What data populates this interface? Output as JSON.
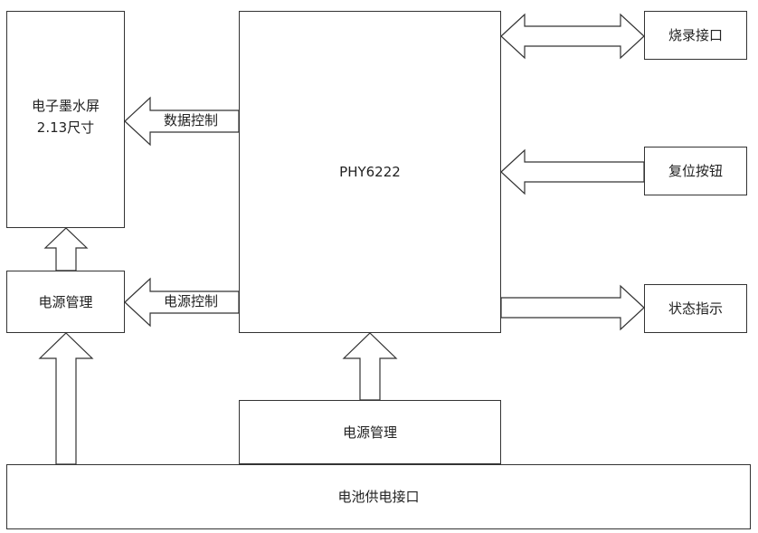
{
  "blocks": {
    "display": {
      "line1": "电子墨水屏",
      "line2": "2.13尺寸"
    },
    "mcu": "PHY6222",
    "power_left": "电源管理",
    "power_bottom": "电源管理",
    "battery": "电池供电接口",
    "programming": "烧录接口",
    "reset": "复位按钮",
    "status": "状态指示"
  },
  "links": {
    "data_control": "数据控制",
    "power_control": "电源控制"
  }
}
